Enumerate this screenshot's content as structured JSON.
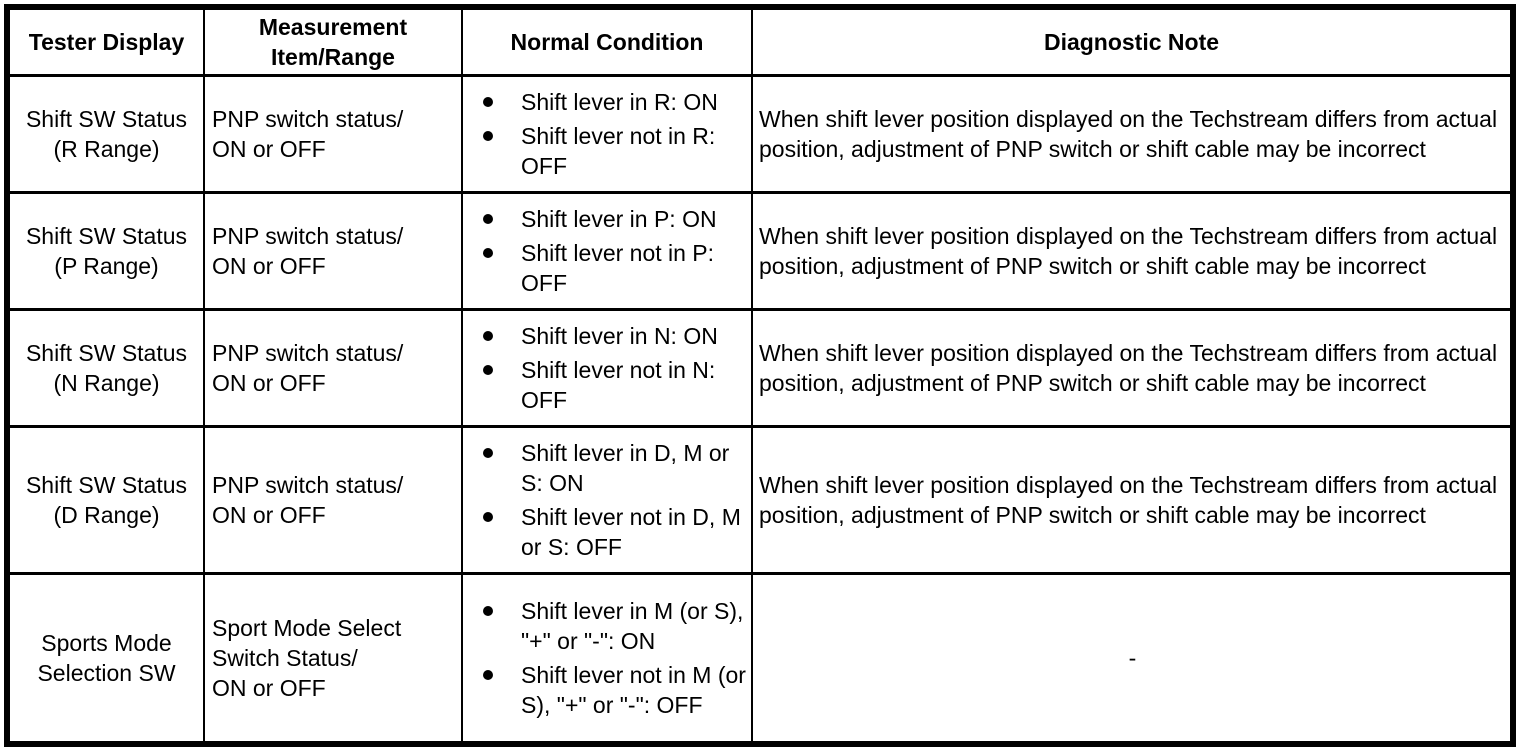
{
  "colors": {
    "text": "#000000",
    "border": "#000000",
    "background": "#ffffff"
  },
  "table": {
    "headers": [
      "Tester Display",
      "Measurement\nItem/Range",
      "Normal Condition",
      "Diagnostic Note"
    ],
    "rows": [
      {
        "tester_display": "Shift SW Status\n(R Range)",
        "measurement_item_range": "PNP switch status/\nON or OFF",
        "normal_conditions": [
          "Shift lever in R: ON",
          "Shift lever not in R: OFF"
        ],
        "diagnostic_note": "When shift lever position displayed on the Techstream differs from actual position, adjustment of PNP switch or shift cable may be incorrect"
      },
      {
        "tester_display": "Shift SW Status\n(P Range)",
        "measurement_item_range": "PNP switch status/\nON or OFF",
        "normal_conditions": [
          "Shift lever in P: ON",
          "Shift lever not in P: OFF"
        ],
        "diagnostic_note": "When shift lever position displayed on the Techstream differs from actual position, adjustment of PNP switch or shift cable may be incorrect"
      },
      {
        "tester_display": "Shift SW Status\n(N Range)",
        "measurement_item_range": "PNP switch status/\nON or OFF",
        "normal_conditions": [
          "Shift lever in N: ON",
          "Shift lever not in N: OFF"
        ],
        "diagnostic_note": "When shift lever position displayed on the Techstream differs from actual position, adjustment of PNP switch or shift cable may be incorrect"
      },
      {
        "tester_display": "Shift SW Status\n(D Range)",
        "measurement_item_range": "PNP switch status/\nON or OFF",
        "normal_conditions": [
          "Shift lever in D, M or S: ON",
          "Shift lever not in D, M or S: OFF"
        ],
        "diagnostic_note": "When shift lever position displayed on the Techstream differs from actual position, adjustment of PNP switch or shift cable may be incorrect"
      },
      {
        "tester_display": "Sports Mode\nSelection SW",
        "measurement_item_range": "Sport Mode Select\nSwitch Status/\nON or OFF",
        "normal_conditions": [
          "Shift lever in M (or S), \"+\" or \"-\": ON",
          "Shift lever not in M (or S), \"+\" or \"-\": OFF"
        ],
        "diagnostic_note": "-"
      }
    ]
  }
}
